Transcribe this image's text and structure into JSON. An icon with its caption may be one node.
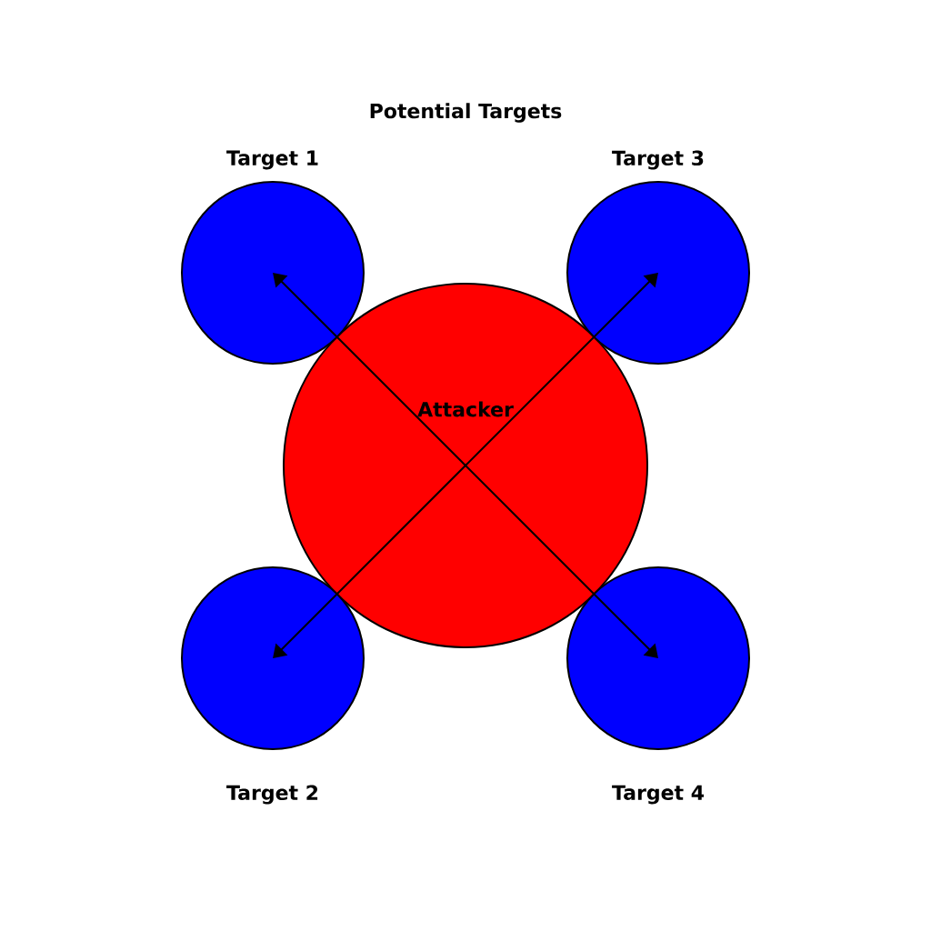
{
  "diagram": {
    "nodes": [
      {
        "text": [
          "Attacker"
        ]
      },
      {
        "text": [
          "Target 1"
        ]
      },
      {
        "text": [
          "Target 2"
        ]
      },
      {
        "text": [
          "Target 3"
        ]
      },
      {
        "text": [
          "Target 4"
        ]
      }
    ],
    "edges": [
      {
        "from": 0,
        "to": 1,
        "arrow": "to"
      },
      {
        "from": 0,
        "to": 2,
        "arrow": "to"
      },
      {
        "from": 0,
        "to": 3,
        "arrow": "to"
      },
      {
        "from": 0,
        "to": 4,
        "arrow": "to"
      }
    ],
    "labels": [
      "Potential Targets"
    ]
  }
}
